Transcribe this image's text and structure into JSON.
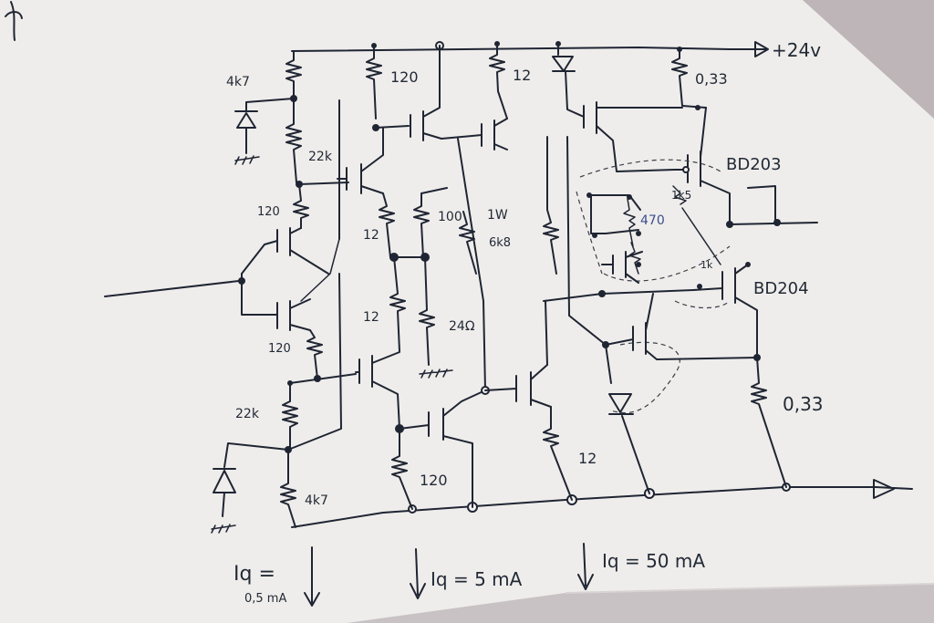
{
  "supply": {
    "label": "+24v"
  },
  "resistors": {
    "r_4k7_top": "4k7",
    "r_22k_top": "22k",
    "r_120_a": "120",
    "r_120_top": "120",
    "r_12_top": "12",
    "r_033_top": "0,33",
    "r_12_mid": "12",
    "r_100": "100",
    "r_1w": "1W",
    "r_6k8": "6k8",
    "r_12_low": "12",
    "r_24": "24Ω",
    "r_120_b": "120",
    "r_22k_low": "22k",
    "r_4k7_low": "4k7",
    "r_120_bottom": "120",
    "r_12_bottom": "12",
    "r_033_low": "0,33",
    "r_470": "470",
    "r_1k5": "1k5",
    "r_1k": "1k"
  },
  "transistors": {
    "top_output": "BD203",
    "bottom_output": "BD204"
  },
  "currents": {
    "iq_1": "Iq =",
    "iq_1_value": "0,5 mA",
    "iq_2": "Iq = 5 mA",
    "iq_3": "Iq = 50 mA"
  }
}
